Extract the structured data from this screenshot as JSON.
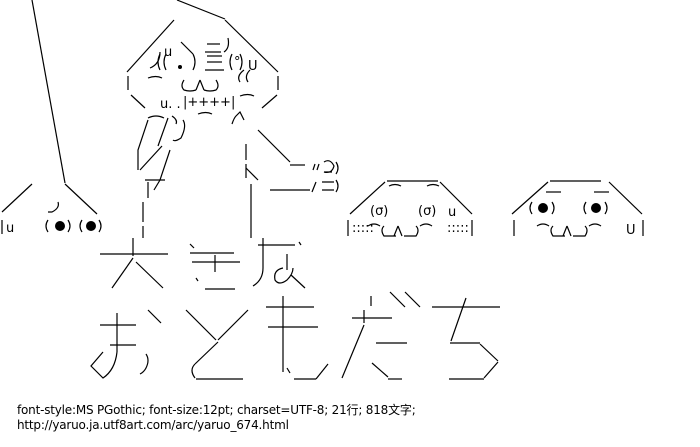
{
  "artwork": {
    "title_line1": "大きな",
    "title_line2": "おともだち",
    "description": "ASCII art of a large yaruo-style character giving a thumbs up, with three small face characters peeking from the ground",
    "head_marks": {
      "sweat_left": "u",
      "sweat_right": "U",
      "teeth": "|++++|",
      "sweat_mouth": "u. .",
      "hand_marks": "〃こ",
      "hand_marks2": "(ニ)"
    },
    "small_face_left": {
      "sweat": "u",
      "eyes": "(●)(●)"
    },
    "small_face_middle": {
      "eyes": "(σ)   (σ)",
      "sweat": "u"
    },
    "small_face_right": {
      "eyes": "(●)   (●)",
      "sweat": "U"
    }
  },
  "footer": {
    "meta_line": "font-style:MS PGothic; font-size:12pt; charset=UTF-8; 21行; 818文字;",
    "url_line": "http://yaruo.ja.utf8art.com/arc/yaruo_674.html"
  }
}
